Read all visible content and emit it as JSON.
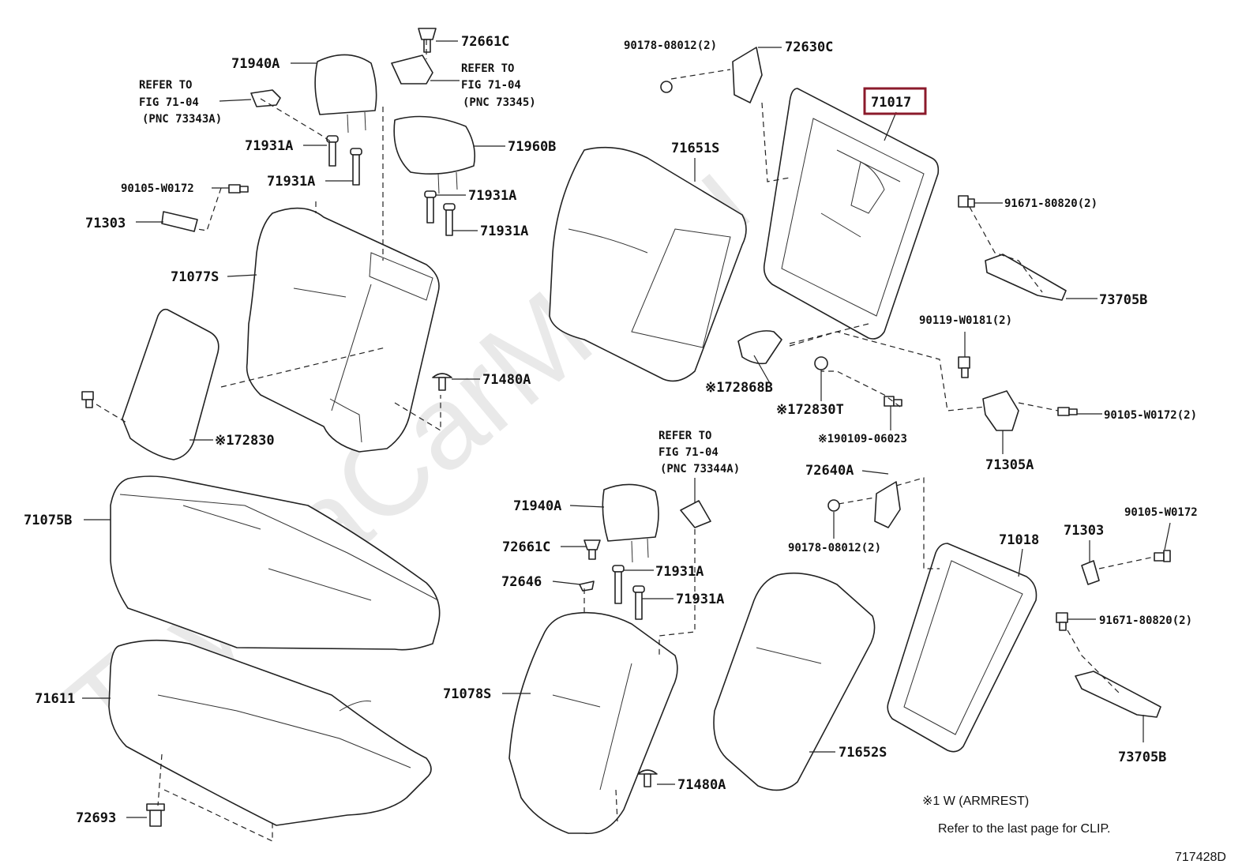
{
  "watermark": "ToyotaCarMe.ru",
  "labels": {
    "p72661C_top": "72661C",
    "p71940A_top": "71940A",
    "ref1_l1": "REFER TO",
    "ref1_l2": "FIG 71-04",
    "ref1_l3": "(PNC 73343A)",
    "ref2_l1": "REFER TO",
    "ref2_l2": "FIG 71-04",
    "ref2_l3": "(PNC 73345)",
    "p71931A_1": "71931A",
    "p71931A_2": "71931A",
    "p71960B": "71960B",
    "p71931A_3": "71931A",
    "p71931A_4": "71931A",
    "p90105W0172_left": "90105-W0172",
    "p71303_left": "71303",
    "p71077S": "71077S",
    "p71480A_top": "71480A",
    "p172830": "※172830",
    "p90178_top": "90178-08012(2)",
    "p72630C": "72630C",
    "p71017": "71017",
    "p71651S": "71651S",
    "p91671_top": "91671-80820(2)",
    "p73705B_top": "73705B",
    "p90119": "90119-W0181(2)",
    "p172868B": "※172868B",
    "p172830T": "※172830T",
    "p190109": "※190109-06023",
    "p90105W0172_mid": "90105-W0172(2)",
    "p71305A": "71305A",
    "p72640A": "72640A",
    "p90178_bot": "90178-08012(2)",
    "ref3_l1": "REFER TO",
    "ref3_l2": "FIG 71-04",
    "ref3_l3": "(PNC 73344A)",
    "p71940A_bot": "71940A",
    "p72661C_bot": "72661C",
    "p72646": "72646",
    "p71931A_5": "71931A",
    "p71931A_6": "71931A",
    "p71075B": "71075B",
    "p71611": "71611",
    "p72693": "72693",
    "p71078S": "71078S",
    "p71480A_bot": "71480A",
    "p71652S": "71652S",
    "p71018": "71018",
    "p71303_right": "71303",
    "p90105W0172_right": "90105-W0172",
    "p91671_bot": "91671-80820(2)",
    "p73705B_bot": "73705B"
  },
  "notes": {
    "armrest": "※1 W (ARMREST)",
    "clip": "Refer to the last page for CLIP.",
    "figure_id": "717428D"
  },
  "colors": {
    "highlight": "#8b1a2b",
    "line": "#222222",
    "watermark": "#e9e9e9"
  }
}
